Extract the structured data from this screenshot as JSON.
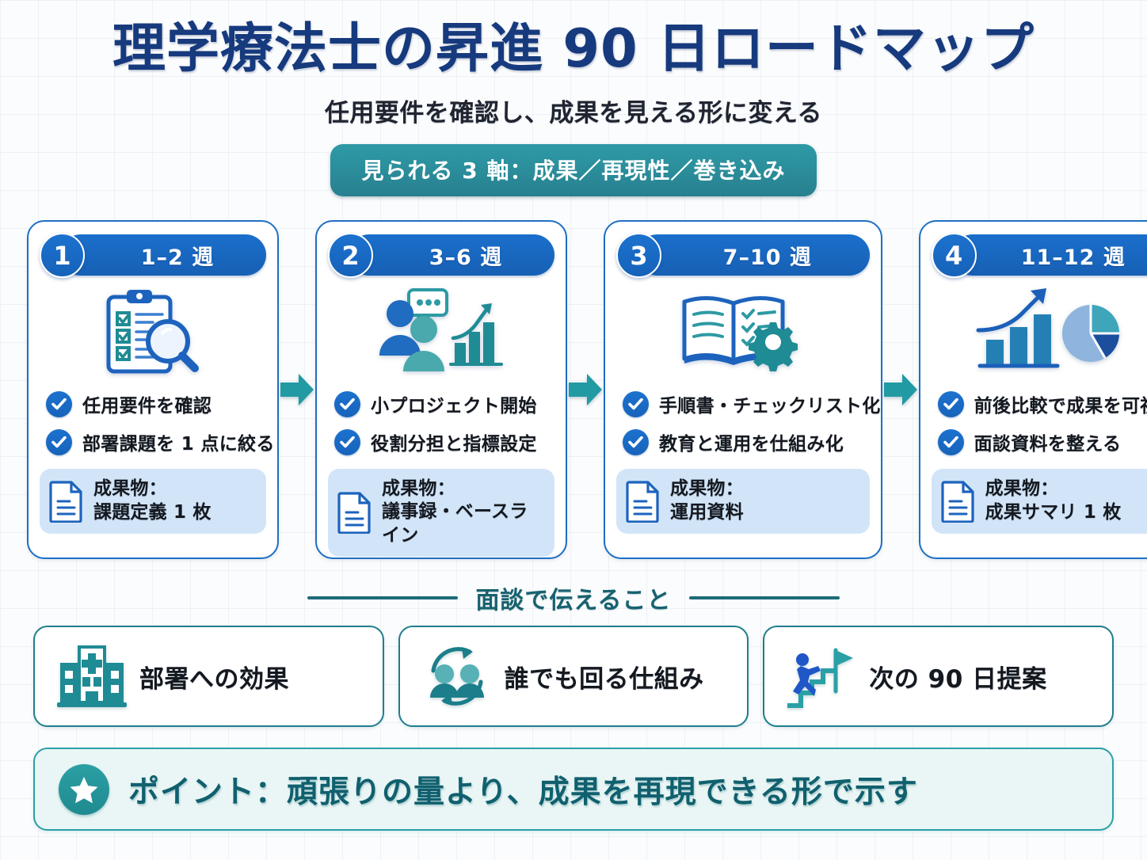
{
  "header": {
    "title": "理学療法士の昇進 90 日ロードマップ",
    "subtitle": "任用要件を確認し、成果を見える形に変える",
    "badge": "見られる 3 軸：成果／再現性／巻き込み"
  },
  "stages": [
    {
      "number": "1",
      "period": "1–2 週",
      "icon": "clipboard-search-icon",
      "bullets": [
        "任用要件を確認",
        "部署課題を 1 点に絞る"
      ],
      "deliverable_label": "成果物：",
      "deliverable_value": "課題定義 1 枚"
    },
    {
      "number": "2",
      "period": "3–6 週",
      "icon": "team-chart-icon",
      "bullets": [
        "小プロジェクト開始",
        "役割分担と指標設定"
      ],
      "deliverable_label": "成果物：",
      "deliverable_value": "議事録・ベースライン"
    },
    {
      "number": "3",
      "period": "7–10 週",
      "icon": "book-gear-icon",
      "bullets": [
        "手順書・チェックリスト化",
        "教育と運用を仕組み化"
      ],
      "deliverable_label": "成果物：",
      "deliverable_value": "運用資料"
    },
    {
      "number": "4",
      "period": "11–12 週",
      "icon": "chart-pie-growth-icon",
      "bullets": [
        "前後比較で成果を可視化",
        "面談資料を整える"
      ],
      "deliverable_label": "成果物：",
      "deliverable_value": "成果サマリ 1 枚"
    }
  ],
  "section": {
    "title": "面談で伝えること"
  },
  "talking_points": [
    {
      "icon": "hospital-icon",
      "label": "部署への効果"
    },
    {
      "icon": "people-cycle-icon",
      "label": "誰でも回る仕組み"
    },
    {
      "icon": "stairs-flag-runner-icon",
      "label": "次の 90 日提案"
    }
  ],
  "footer": {
    "icon": "star-icon",
    "text": "ポイント：頑張りの量より、成果を再現できる形で示す"
  },
  "colors": {
    "title_navy": "#163a7d",
    "card_blue": "#1e6fc4",
    "pill_blue": "#1a6fcb",
    "teal": "#2aa0a6",
    "teal_dark": "#17626f",
    "deliverable_bg": "#d2e5f8",
    "point_bg": "#eaf6f5",
    "page_bg": "#fbfcfd"
  }
}
